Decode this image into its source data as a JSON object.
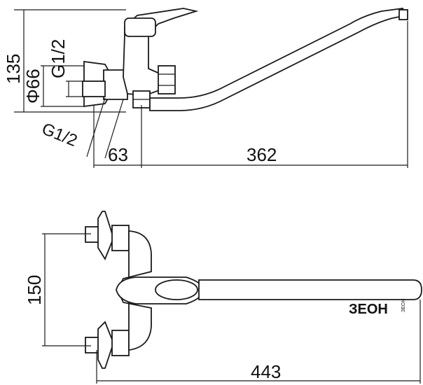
{
  "side_view": {
    "dim_height": "135",
    "dim_diameter": "Φ66",
    "dim_thread_top": "G1/2",
    "dim_thread_bottom": "G1/2",
    "dim_offset": "63",
    "dim_spout": "362"
  },
  "top_view": {
    "dim_spacing": "150",
    "dim_length": "443"
  },
  "brand": {
    "logo": "ЗЕОН",
    "tagline": "ЗЕОН"
  },
  "colors": {
    "line": "#1a1a1a",
    "background": "#ffffff"
  }
}
